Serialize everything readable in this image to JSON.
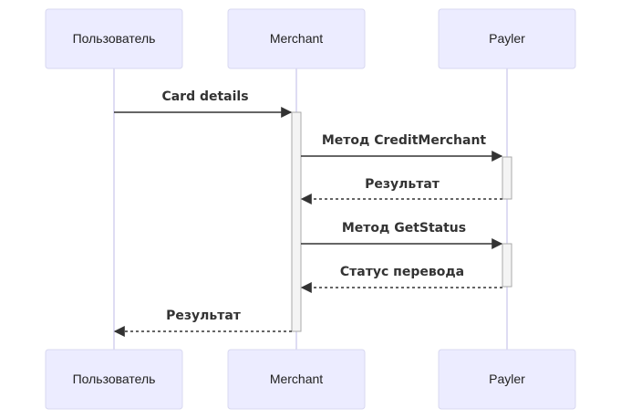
{
  "diagram": {
    "type": "sequence",
    "participants": [
      {
        "id": "user",
        "label": "Пользователь"
      },
      {
        "id": "merchant",
        "label": "Merchant"
      },
      {
        "id": "payler",
        "label": "Payler"
      }
    ],
    "messages": [
      {
        "from": "user",
        "to": "merchant",
        "label": "Card details",
        "style": "solid"
      },
      {
        "from": "merchant",
        "to": "payler",
        "label": "Метод CreditMerchant",
        "style": "solid"
      },
      {
        "from": "payler",
        "to": "merchant",
        "label": "Результат",
        "style": "dashed"
      },
      {
        "from": "merchant",
        "to": "payler",
        "label": "Метод GetStatus",
        "style": "solid"
      },
      {
        "from": "payler",
        "to": "merchant",
        "label": "Статус перевода",
        "style": "dashed"
      },
      {
        "from": "merchant",
        "to": "user",
        "label": "Результат",
        "style": "dashed"
      }
    ],
    "colors": {
      "actor_fill": "#ececff",
      "actor_stroke": "#d8d8f0",
      "lifeline": "#d4d0ef",
      "message": "#333333",
      "activation_fill": "#f4f4f4"
    }
  }
}
